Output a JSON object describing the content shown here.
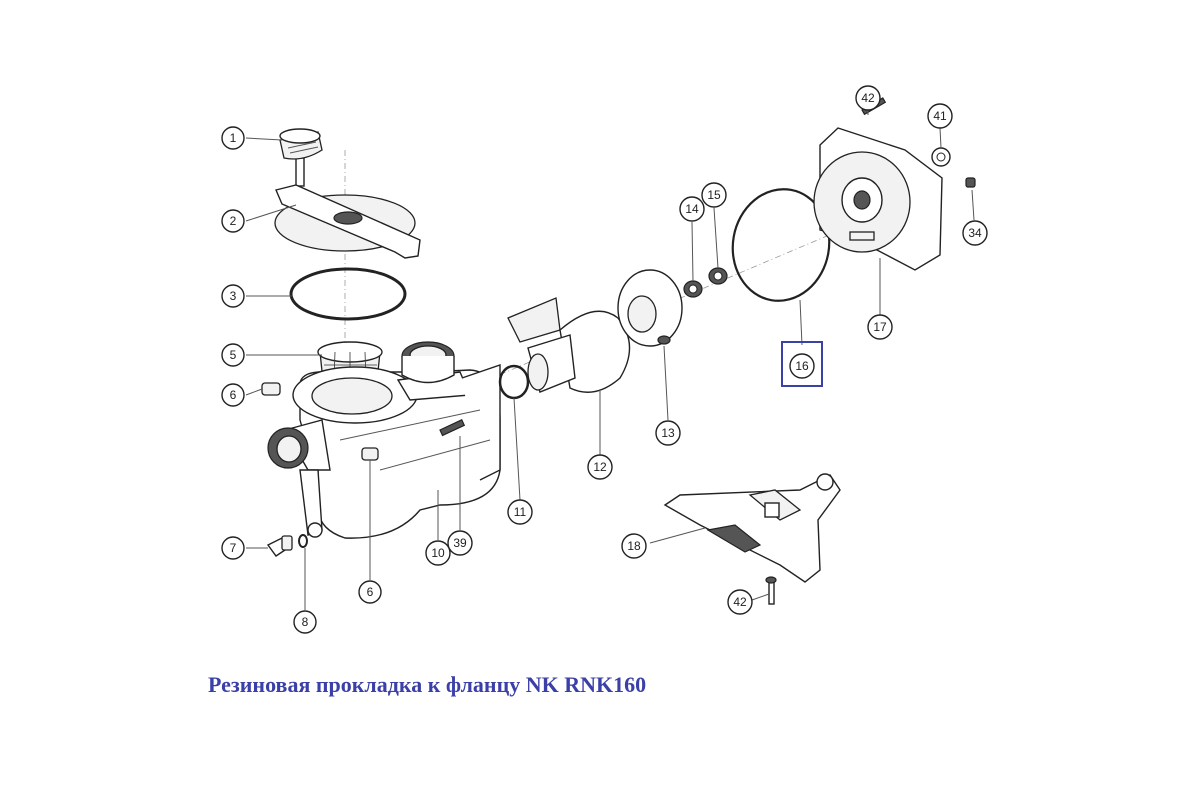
{
  "caption": {
    "text": "Резиновая прокладка к фланцу NK RNK160",
    "color": "#3b3fa8"
  },
  "highlight": {
    "part": "16",
    "color": "#3b3fa8"
  },
  "callouts": [
    {
      "id": "c1",
      "label": "1"
    },
    {
      "id": "c2",
      "label": "2"
    },
    {
      "id": "c3",
      "label": "3"
    },
    {
      "id": "c5",
      "label": "5"
    },
    {
      "id": "c6a",
      "label": "6"
    },
    {
      "id": "c6b",
      "label": "6"
    },
    {
      "id": "c7",
      "label": "7"
    },
    {
      "id": "c8",
      "label": "8"
    },
    {
      "id": "c10",
      "label": "10"
    },
    {
      "id": "c11",
      "label": "11"
    },
    {
      "id": "c12",
      "label": "12"
    },
    {
      "id": "c13",
      "label": "13"
    },
    {
      "id": "c14",
      "label": "14"
    },
    {
      "id": "c15",
      "label": "15"
    },
    {
      "id": "c16",
      "label": "16"
    },
    {
      "id": "c17",
      "label": "17"
    },
    {
      "id": "c18",
      "label": "18"
    },
    {
      "id": "c34",
      "label": "34"
    },
    {
      "id": "c39",
      "label": "39"
    },
    {
      "id": "c41",
      "label": "41"
    },
    {
      "id": "c42a",
      "label": "42"
    },
    {
      "id": "c42b",
      "label": "42"
    }
  ]
}
